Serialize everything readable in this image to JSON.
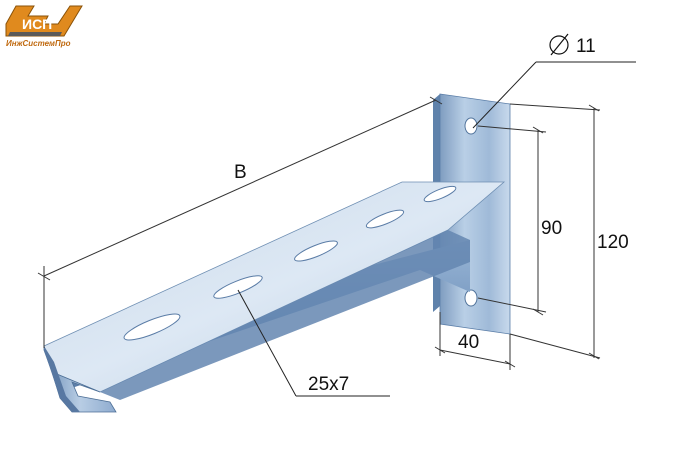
{
  "brand": {
    "logo_letters": "ИСП",
    "name": "ИнжСистемПро"
  },
  "dimensions": {
    "length_label": "B",
    "hole_diameter_symbol": "⌀",
    "hole_diameter_value": "11",
    "hole_spacing": "90",
    "plate_height": "120",
    "plate_width": "40",
    "slot_size": "25x7"
  },
  "colors": {
    "metal_light": "#d6e4f2",
    "metal_mid": "#a9c2dc",
    "metal_dark": "#6f8fb3",
    "metal_edge": "#4d6f96",
    "brand_orange": "#e08a1e",
    "brand_dark": "#5a5a5a"
  }
}
